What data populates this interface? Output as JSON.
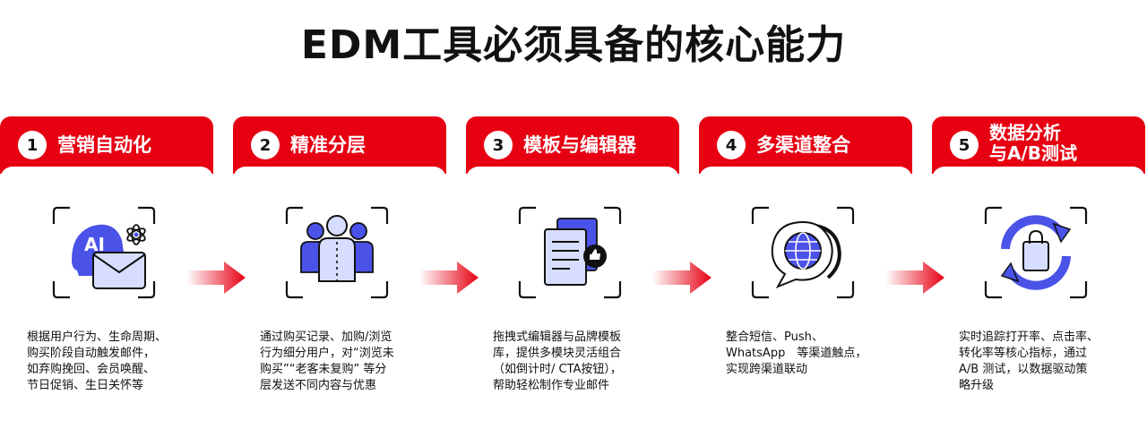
{
  "title": "EDM工具必须具备的核心能力",
  "colors": {
    "brand_red": "#e60012",
    "icon_blue": "#4a52e8",
    "icon_light": "#d6ddff"
  },
  "cards": [
    {
      "number": "1",
      "title_lines": [
        "营销自动化"
      ],
      "icon": "ai-mail-icon",
      "icon_text": "AI",
      "desc_lines": [
        "根据用户行为、生命周期、",
        "购买阶段自动触发邮件，",
        "如弃购挽回、会员唤醒、",
        "节日促销、生日关怀等"
      ]
    },
    {
      "number": "2",
      "title_lines": [
        "精准分层"
      ],
      "icon": "user-group-icon",
      "desc_lines": [
        "通过购买记录、加购/浏览",
        "行为细分用户，对“浏览未",
        "购买”“老客未复购” 等分",
        "层发送不同内容与优惠"
      ]
    },
    {
      "number": "3",
      "title_lines": [
        "模板与编辑器"
      ],
      "icon": "document-like-icon",
      "desc_lines": [
        "拖拽式编辑器与品牌模板",
        "库，提供多模块灵活组合",
        "（如倒计时/ CTA按钮），",
        "帮助轻松制作专业邮件"
      ]
    },
    {
      "number": "4",
      "title_lines": [
        "多渠道整合"
      ],
      "icon": "globe-chat-icon",
      "desc_lines": [
        "整合短信、Push、",
        "WhatsApp　等渠道触点，",
        "实现跨渠道联动"
      ]
    },
    {
      "number": "5",
      "title_lines": [
        "数据分析",
        "与A/B测试"
      ],
      "icon": "refresh-bag-icon",
      "desc_lines": [
        "实时追踪打开率、点击率、",
        "转化率等核心指标，通过",
        "A/B 测试，以数据驱动策",
        "略升级"
      ]
    }
  ]
}
